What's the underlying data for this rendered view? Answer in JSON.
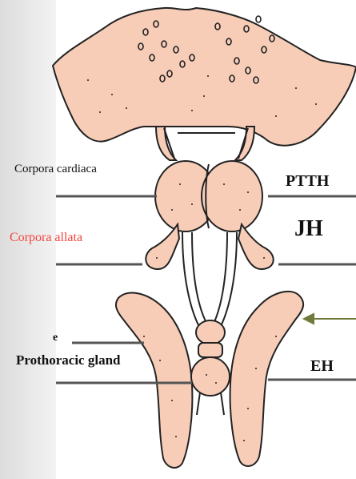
{
  "labels": {
    "corpora_cardiaca": "Corpora cardiaca",
    "corpora_allata": "Corpora allata",
    "ptth": "PTTH",
    "jh": "JH",
    "eh": "EH",
    "prothoracic_gland": "Prothoracic gland",
    "cut_label_fragment": "e"
  },
  "colors": {
    "tissue_fill": "#f7cdb8",
    "outline": "#222222",
    "label_accent": "#f2443a",
    "leader_line": "#555555",
    "arrow": "#6f7a3c"
  }
}
